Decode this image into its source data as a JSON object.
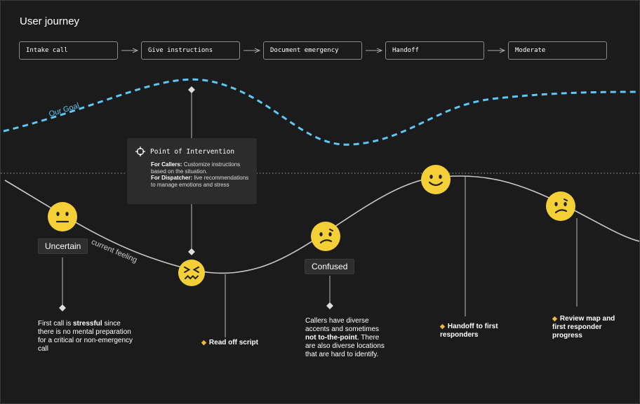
{
  "title": "User journey",
  "steps": [
    "Intake call",
    "Give instructions",
    "Document emergency",
    "Handoff",
    "Moderate"
  ],
  "labels": {
    "goal": "Our Goal",
    "current": "current feeling"
  },
  "colors": {
    "goal_line": "#5bc8f5",
    "face": "#f5cf36",
    "accent_diamond": "#f2b63a"
  },
  "intervention": {
    "title": "Point of Intervention",
    "icon": "crosshair-icon",
    "callers_label": "For Callers:",
    "callers_text": " Customize instructions based on the situation.",
    "dispatcher_label": "For Dispatcher:",
    "dispatcher_text": " live recommendations to manage emotions and stress"
  },
  "tags": {
    "uncertain": "Uncertain",
    "confused": "Confused"
  },
  "notes": {
    "first_call": {
      "pre": "First call is ",
      "bold": "stressful",
      "post": " since there is no mental preparation for a critical or non-emergency call"
    },
    "callers": {
      "pre": "Callers have diverse accents and sometimes ",
      "bold": "not to-the-point",
      "post": ". There are also diverse locations that are hard to identify."
    }
  },
  "markers": {
    "read_script": "Read off script",
    "handoff": "Handoff to first responders",
    "review": "Review map and first responder progress"
  },
  "faces": [
    {
      "name": "neutral-face-icon",
      "expression": "neutral"
    },
    {
      "name": "distressed-face-icon",
      "expression": "distressed"
    },
    {
      "name": "confused-face-icon",
      "expression": "confused"
    },
    {
      "name": "smiling-face-icon",
      "expression": "happy"
    },
    {
      "name": "worried-face-icon",
      "expression": "worried"
    }
  ]
}
